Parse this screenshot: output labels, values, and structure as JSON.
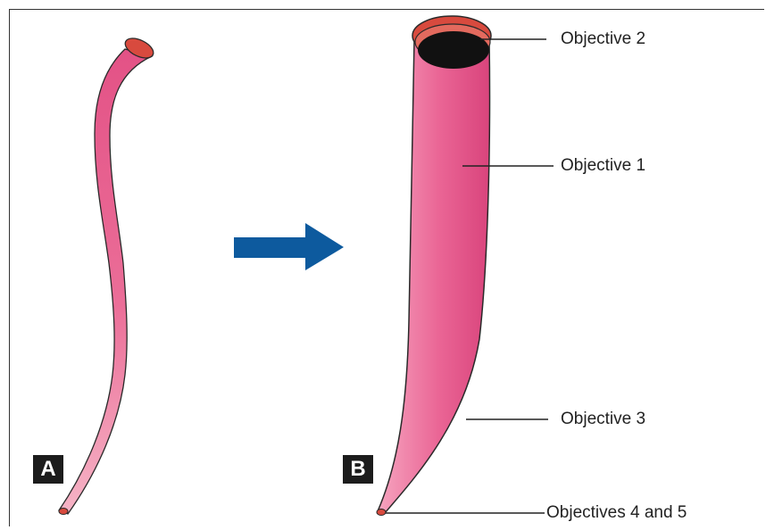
{
  "panels": {
    "a_label": "A",
    "b_label": "B"
  },
  "callouts": {
    "objective_2": "Objective 2",
    "objective_1": "Objective 1",
    "objective_3": "Objective 3",
    "objectives_4_5": "Objectives 4 and 5"
  },
  "colors": {
    "vessel_pink": "#e0527f",
    "vessel_light": "#f29ab5",
    "rim_red": "#d84a3e",
    "lumen_dark": "#111111",
    "arrow_blue": "#0d5a9e"
  }
}
